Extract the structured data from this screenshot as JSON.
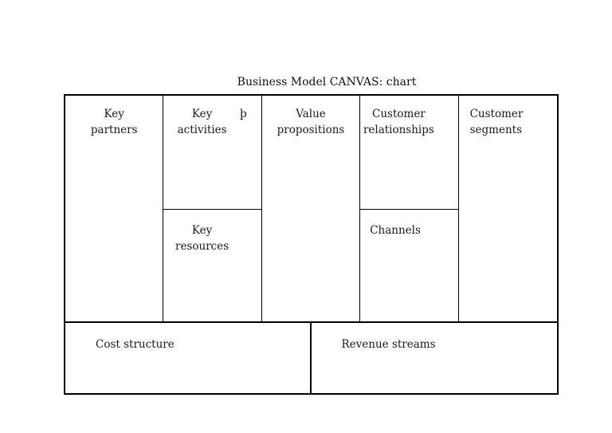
{
  "title": "Business Model CANVAS: chart",
  "canvas": {
    "key_partners": {
      "label": "Key\npartners"
    },
    "key_activities": {
      "label": "Key\nactivities",
      "marker": "þ"
    },
    "key_resources": {
      "label": "Key\nresources"
    },
    "value_propositions": {
      "label": "Value\npropositions"
    },
    "customer_relationships": {
      "label": "Customer\nrelationships"
    },
    "channels": {
      "label": "Channels"
    },
    "customer_segments": {
      "label": "Customer\nsegments"
    },
    "cost_structure": {
      "label": "Cost structure"
    },
    "revenue_streams": {
      "label": "Revenue streams"
    }
  },
  "colors": {
    "border": "#000000",
    "text": "#1a1a1a",
    "background": "#ffffff"
  }
}
